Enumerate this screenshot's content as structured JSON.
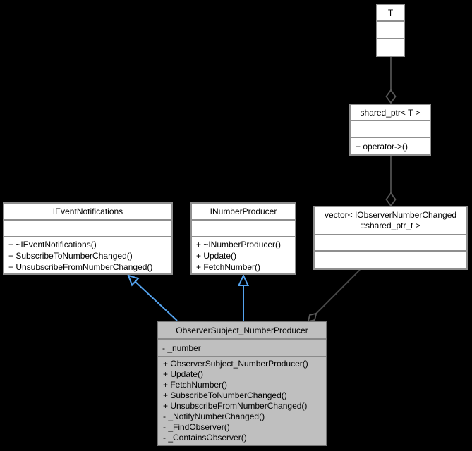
{
  "classes": {
    "t": {
      "name": "T"
    },
    "shared_ptr": {
      "name": "shared_ptr< T >",
      "methods": [
        "+ operator->()"
      ]
    },
    "ievent_notifications": {
      "name": "IEventNotifications",
      "methods": [
        "+ ~IEventNotifications()",
        "+ SubscribeToNumberChanged()",
        "+ UnsubscribeFromNumberChanged()"
      ]
    },
    "inumber_producer": {
      "name": "INumberProducer",
      "methods": [
        "+ ~INumberProducer()",
        "+ Update()",
        "+ FetchNumber()"
      ]
    },
    "vector_observers": {
      "name_line1": "vector< IObserverNumberChanged",
      "name_line2": "::shared_ptr_t >"
    },
    "observer_subject": {
      "name": "ObserverSubject_NumberProducer",
      "attributes": [
        "- _number"
      ],
      "methods": [
        "+ ObserverSubject_NumberProducer()",
        "+ Update()",
        "+ FetchNumber()",
        "+ SubscribeToNumberChanged()",
        "+ UnsubscribeFromNumberChanged()",
        "- _NotifyNumberChanged()",
        "- _FindObserver()",
        "- _ContainsObserver()"
      ]
    }
  },
  "edges": [
    {
      "from": "T",
      "to": "shared_ptr< T >",
      "type": "aggregation-open-diamond"
    },
    {
      "from": "shared_ptr< T >",
      "to": "vector< IObserverNumberChanged::shared_ptr_t >",
      "type": "aggregation-open-diamond"
    },
    {
      "from": "vector< IObserverNumberChanged::shared_ptr_t >",
      "to": "ObserverSubject_NumberProducer",
      "type": "aggregation-open-diamond"
    },
    {
      "from": "ObserverSubject_NumberProducer",
      "to": "IEventNotifications",
      "type": "inheritance-open-arrow"
    },
    {
      "from": "ObserverSubject_NumberProducer",
      "to": "INumberProducer",
      "type": "inheritance-open-arrow"
    }
  ],
  "colors": {
    "background": "#000000",
    "box_fill": "#ffffff",
    "box_border": "#8f8f8f",
    "highlight_fill": "#bfbfbf",
    "highlight_border": "#767676",
    "edge_gray": "#474747",
    "edge_blue": "#54a3ef",
    "text": "#000000"
  }
}
